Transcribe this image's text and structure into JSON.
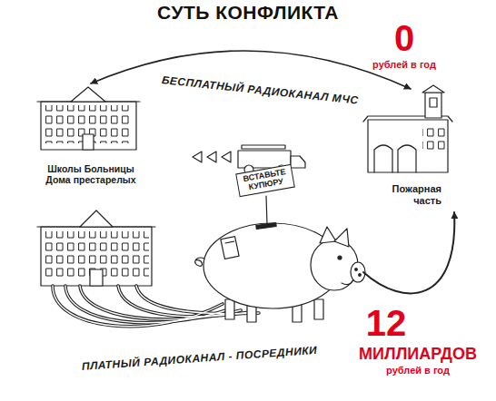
{
  "diagram": {
    "title": "СУТЬ КОНФЛИКТА",
    "nodes": [
      {
        "text": [
          "Школы Больницы Дома престарелых"
        ]
      },
      {
        "text": [
          "Пожарная часть"
        ]
      },
      {
        "text": [
          "ВСТАВЬТЕ КУПЮРУ"
        ]
      }
    ],
    "edges": [
      {
        "from": 0,
        "to": 1,
        "arrow": "both",
        "label": "БЕСПЛАТНЫЙ РАДИОКАНАЛ МЧС"
      },
      {
        "from": 2,
        "to": 1,
        "arrow": "to"
      }
    ],
    "labels": [
      "0",
      "рублей в год",
      "ПЛАТНЫЙ РАДИОКАНАЛ - ПОСРЕДНИКИ",
      "12",
      "МИЛЛИАРДОВ",
      "рублей в год"
    ]
  }
}
